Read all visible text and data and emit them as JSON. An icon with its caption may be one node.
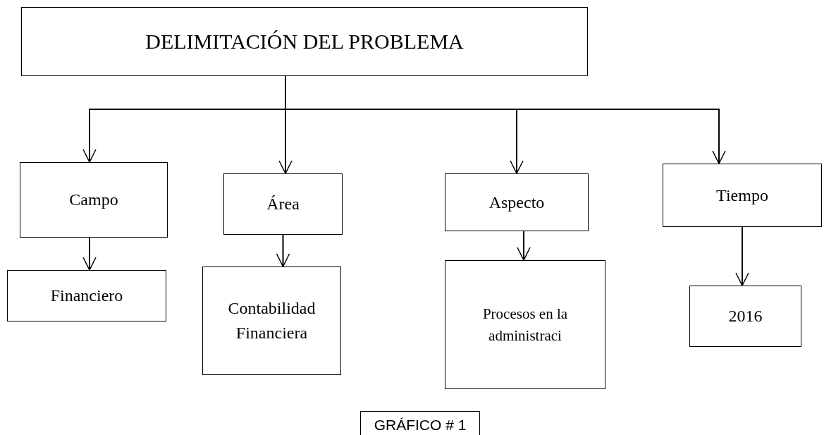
{
  "diagram": {
    "nodes": [
      {
        "text": [
          "DELIMITACIÓN DEL PROBLEMA"
        ]
      },
      {
        "text": [
          "Campo"
        ]
      },
      {
        "text": [
          "Área"
        ]
      },
      {
        "text": [
          "Aspecto"
        ]
      },
      {
        "text": [
          "Tiempo"
        ]
      },
      {
        "text": [
          "Financiero"
        ]
      },
      {
        "text": [
          "Contabilidad Financiera"
        ]
      },
      {
        "text": [
          "Procesos en la administraci"
        ]
      },
      {
        "text": [
          "2016"
        ]
      },
      {
        "text": [
          "GRÁFICO # 1"
        ]
      }
    ],
    "edges": [
      {
        "from": 0,
        "to": 1,
        "arrow": "to"
      },
      {
        "from": 0,
        "to": 2,
        "arrow": "to"
      },
      {
        "from": 0,
        "to": 3,
        "arrow": "to"
      },
      {
        "from": 0,
        "to": 4,
        "arrow": "to"
      },
      {
        "from": 1,
        "to": 5,
        "arrow": "to"
      },
      {
        "from": 2,
        "to": 6,
        "arrow": "to"
      },
      {
        "from": 3,
        "to": 7,
        "arrow": "to"
      },
      {
        "from": 4,
        "to": 8,
        "arrow": "to"
      }
    ]
  }
}
